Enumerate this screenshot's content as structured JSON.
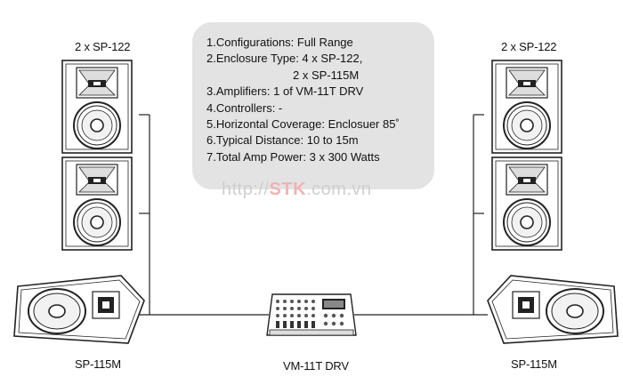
{
  "labels": {
    "left_top": "2 x SP-122",
    "right_top": "2 x SP-122",
    "left_bottom": "SP-115M",
    "right_bottom": "SP-115M",
    "center_bottom": "VM-11T DRV"
  },
  "info": {
    "lines": [
      "1.Configurations: Full Range",
      "2.Enclosure Type: 4 x SP-122,",
      "2 x SP-115M",
      "3.Amplifiers: 1 of VM-11T DRV",
      "4.Controllers: -",
      "5.Horizontal Coverage: Enclosuer 85˚",
      "6.Typical Distance: 10 to 15m",
      "7.Total Amp Power: 3 x 300 Watts"
    ]
  },
  "watermark": {
    "prefix": "http://",
    "brand": "STK",
    "suffix": ".com.vn"
  },
  "colors": {
    "info_box": "#e3e3e3",
    "line": "#222222",
    "watermark_brand": "#f1b3b3"
  }
}
